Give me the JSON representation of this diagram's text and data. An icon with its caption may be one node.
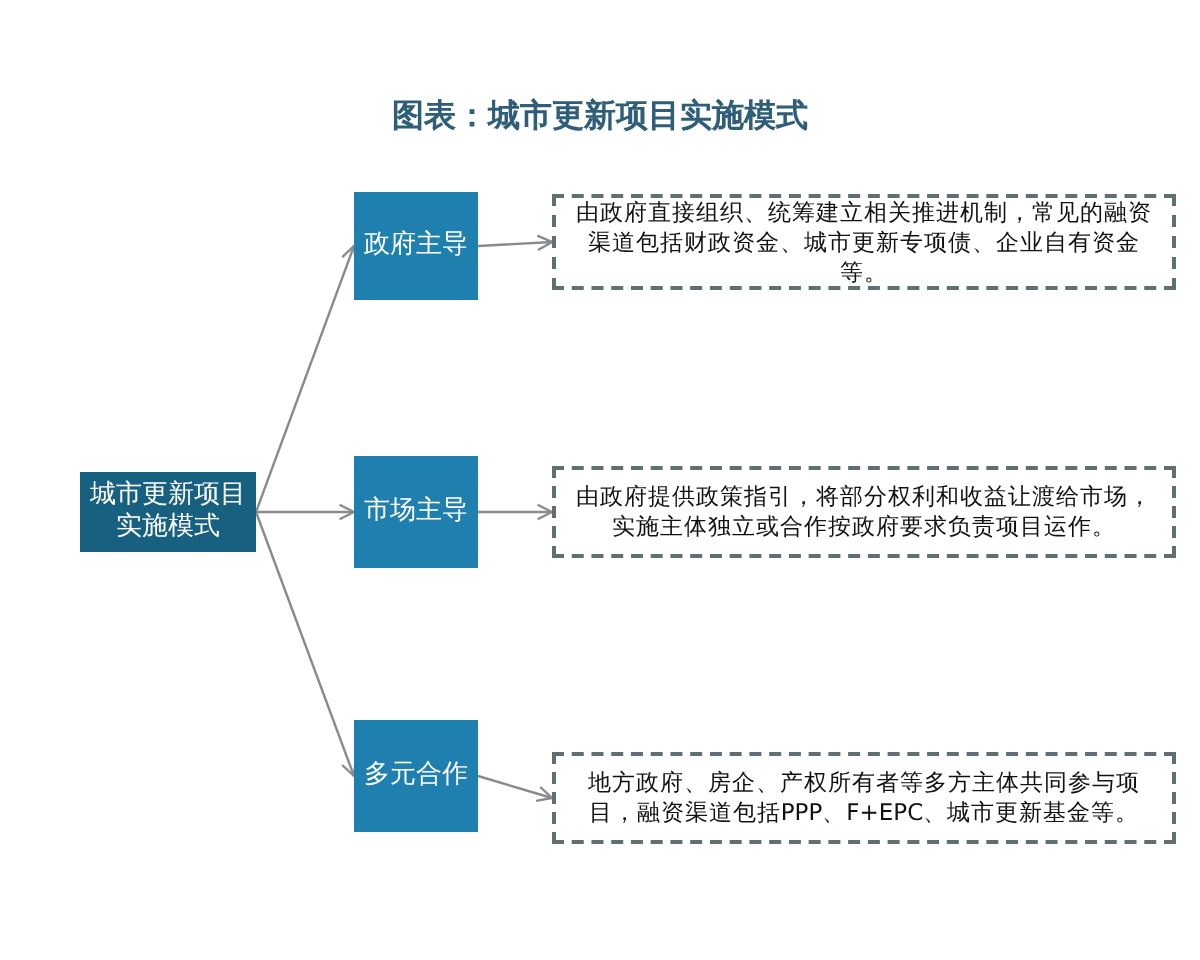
{
  "diagram": {
    "title": "图表：城市更新项目实施模式",
    "nodes": [
      {
        "text": [
          "城市更新项目实施模式"
        ]
      },
      {
        "text": [
          "政府主导"
        ]
      },
      {
        "text": [
          "由政府直接组织、统筹建立相关推进机制，常见的融资渠道包括财政资金、城市更新专项债、企业自有资金等。"
        ]
      },
      {
        "text": [
          "市场主导"
        ]
      },
      {
        "text": [
          "由政府提供政策指引，将部分权利和收益让渡给市场，实施主体独立或合作按政府要求负责项目运作。"
        ]
      },
      {
        "text": [
          "多元合作"
        ]
      },
      {
        "text": [
          "地方政府、房企、产权所有者等多方主体共同参与项目，融资渠道包括PPP、F+EPC、城市更新基金等。"
        ]
      }
    ],
    "edges": [
      {
        "from": 0,
        "to": 1,
        "arrow": "to"
      },
      {
        "from": 0,
        "to": 3,
        "arrow": "to"
      },
      {
        "from": 0,
        "to": 5,
        "arrow": "to"
      },
      {
        "from": 1,
        "to": 2,
        "arrow": "to"
      },
      {
        "from": 3,
        "to": 4,
        "arrow": "to"
      },
      {
        "from": 5,
        "to": 6,
        "arrow": "to"
      }
    ]
  }
}
